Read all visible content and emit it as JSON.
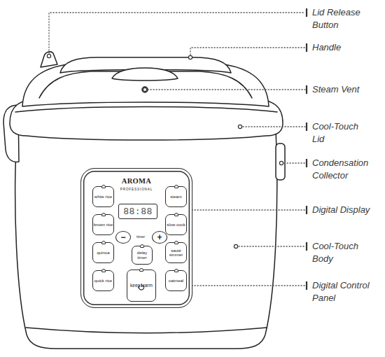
{
  "diagram": {
    "nodes": [
      {
        "text": [
          "AROMA",
          "PROFESSIONAL"
        ]
      },
      {
        "text": [
          "white rice"
        ],
        "in": 0
      },
      {
        "text": [
          "steam"
        ],
        "in": 0
      },
      {
        "text": [
          "88:88"
        ],
        "in": 0
      },
      {
        "text": [
          "brown rice"
        ],
        "in": 0
      },
      {
        "text": [
          "slow cook"
        ],
        "in": 0
      },
      {
        "text": [
          "−"
        ],
        "in": 0
      },
      {
        "text": [
          "+"
        ],
        "in": 0
      },
      {
        "text": [
          "quinoa"
        ],
        "in": 0
      },
      {
        "text": [
          "delay timer"
        ],
        "in": 0
      },
      {
        "text": [
          "sauté simmer"
        ],
        "in": 0
      },
      {
        "text": [
          "quick rice"
        ],
        "in": 0
      },
      {
        "text": [
          "keep warm"
        ],
        "in": 0
      },
      {
        "text": [
          "oatmeal"
        ],
        "in": 0
      }
    ],
    "labels": [
      "Lid Release Button",
      "Handle",
      "Steam Vent",
      "Cool-Touch Lid",
      "Condensation Collector",
      "Digital Display",
      "Cool-Touch Body",
      "Digital Control Panel",
      "timer"
    ]
  }
}
